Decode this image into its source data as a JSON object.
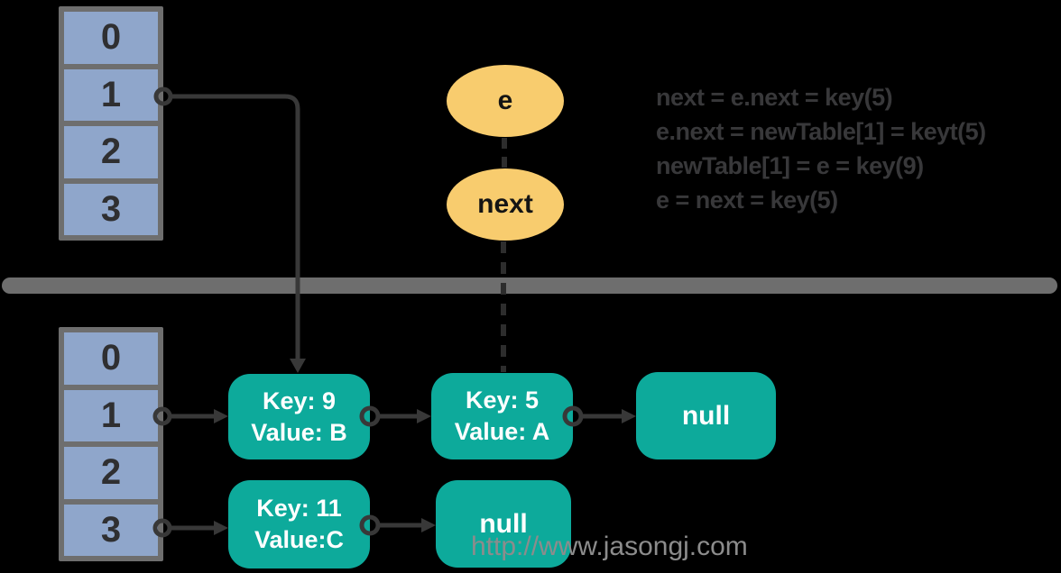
{
  "old_table": {
    "cells": [
      "0",
      "1",
      "2",
      "3"
    ]
  },
  "new_table": {
    "cells": [
      "0",
      "1",
      "2",
      "3"
    ]
  },
  "pointers": {
    "e_label": "e",
    "next_label": "next"
  },
  "code": {
    "lines": [
      "next = e.next = key(5)",
      "e.next = newTable[1] = keyt(5)",
      "newTable[1] = e = key(9)",
      "e = next = key(5)"
    ]
  },
  "nodes": {
    "key9": {
      "key": "Key: 9",
      "value": "Value: B"
    },
    "key5": {
      "key": "Key: 5",
      "value": "Value: A"
    },
    "null1": {
      "label": "null"
    },
    "key11": {
      "key": "Key: 11",
      "value": "Value:C"
    },
    "null2": {
      "label": "null"
    }
  },
  "watermark": {
    "text": "http://www.jasongj.com"
  },
  "colors": {
    "node_teal": "#0DAA9B",
    "cell_blue": "#8FA6CB",
    "frame_gray": "#6E6E6E",
    "pointer_yellow": "#F8CC6E",
    "line_dark": "#383838",
    "code_text": "#38383A",
    "watermark_gray": "#8C8C8C",
    "background": "#000000"
  }
}
